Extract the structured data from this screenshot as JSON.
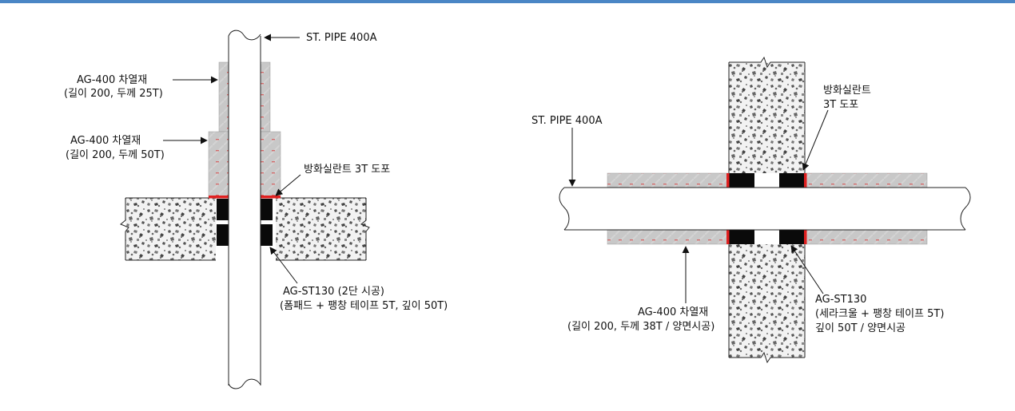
{
  "accent_color": "#4a86c5",
  "colors": {
    "insulation": "#c8c8c8",
    "sealant": "#e02020",
    "seal_block": "#0a0a0a",
    "concrete": "#f2f2f2",
    "pipe": "#ffffff"
  },
  "left": {
    "pipe": "ST. PIPE 400A",
    "insul_25t": [
      "AG-400 차열재",
      "(길이 200, 두께 25T)"
    ],
    "insul_50t": [
      "AG-400 차열재",
      "(길이 200, 두께 50T)"
    ],
    "sealant": "방화실란트 3T 도포",
    "st130": [
      "AG-ST130 (2단 시공)",
      "(폼패드 + 팽창 테이프 5T, 깊이 50T)"
    ]
  },
  "right": {
    "pipe": "ST. PIPE 400A",
    "sealant": [
      "방화실란트",
      "3T 도포"
    ],
    "insul": [
      "AG-400 차열재",
      "(길이 200, 두께 38T / 양면시공)"
    ],
    "st130": [
      "AG-ST130",
      "(세라크울 + 팽창 테이프 5T)",
      "깊이 50T / 양면시공"
    ]
  }
}
